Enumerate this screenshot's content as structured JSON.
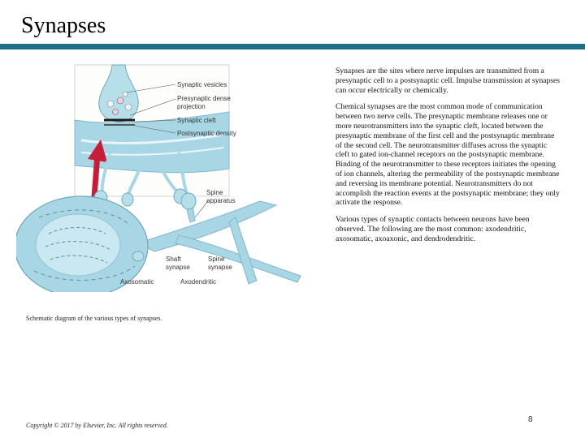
{
  "slide": {
    "title": "Synapses",
    "page_number": "8",
    "copyright": "Copyright © 2017 by Elsevier, Inc. All rights reserved.",
    "caption": "Schematic diagram of the various types of synapses.",
    "paragraphs": [
      "Synapses are the sites where nerve impulses are transmitted from a presynaptic cell to a postsynaptic cell. Impulse transmission at synapses can occur electrically or chemically.",
      "Chemical synapses are the most common mode of communication between two nerve cells. The presynaptic membrane releases one or more neurotransmitters into the synaptic cleft, located between the presynaptic membrane of the first cell and the postsynaptic membrane of the second cell. The neurotransmitter diffuses across the synaptic cleft to gated ion-channel receptors on the postsynaptic membrane. Binding of the neurotransmitter to these receptors initiates the opening of ion channels, altering the permeability of the postsynaptic membrane and reversing its membrane potential. Neurotransmitters do not accomplish the reaction events at the postsynaptic membrane; they only activate the response.",
      "Various types of synaptic contacts between neurons have been observed. The following are the most common: axodendritic, axosomatic, axoaxonic, and dendrodendritic."
    ]
  },
  "figure": {
    "labels": {
      "synaptic_vesicles": "Synaptic vesicles",
      "dense_projection_1": "Presynaptic dense",
      "dense_projection_2": "projection",
      "synaptic_cleft": "Synaptic cleft",
      "postsynaptic_density": "Postsynaptic density",
      "spine_apparatus_1": "Spine",
      "spine_apparatus_2": "apparatus",
      "shaft_synapse_1": "Shaft",
      "shaft_synapse_2": "synapse",
      "spine_synapse_1": "Spine",
      "spine_synapse_2": "synapse",
      "axosomatic": "Axosomatic",
      "axodendritic": "Axodendritic"
    }
  }
}
